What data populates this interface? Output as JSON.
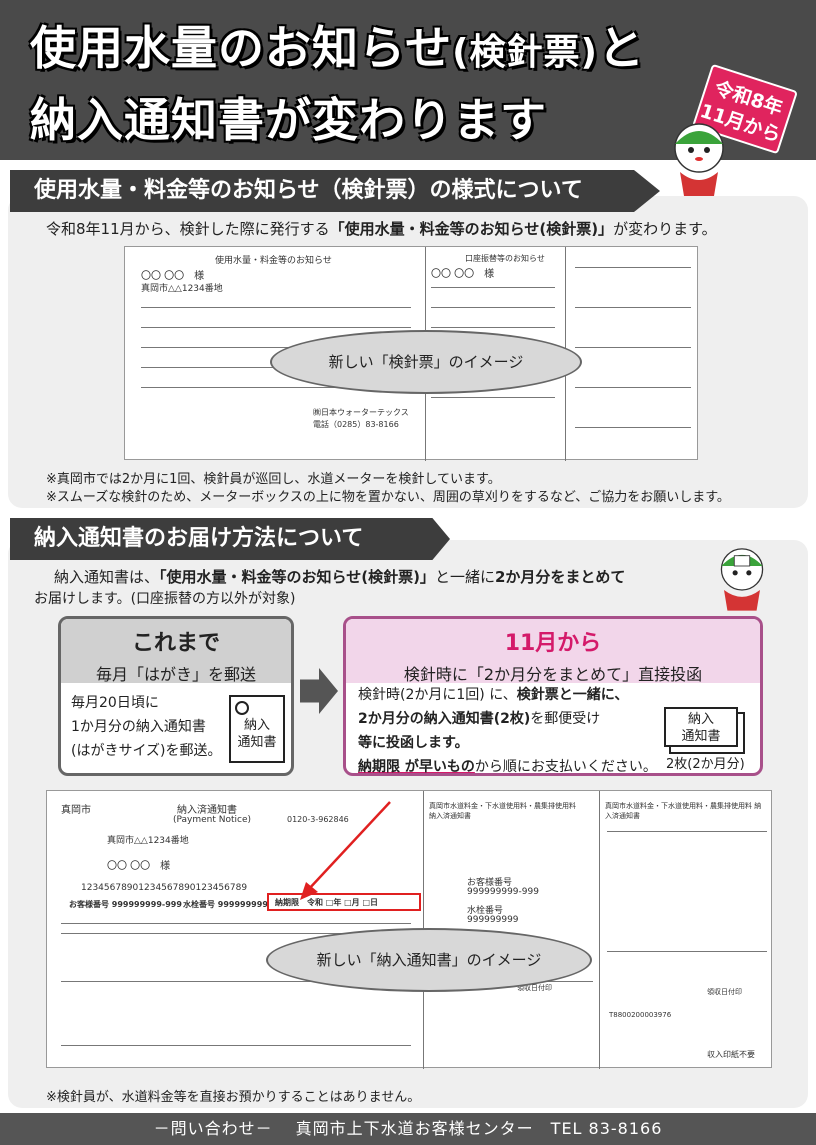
{
  "header": {
    "title_line1_a": "使用水量のお知らせ",
    "title_line1_b": "(検針票)",
    "title_line1_c": "と",
    "title_line2": "納入通知書が変わります",
    "badge_line1": "令和8年",
    "badge_line2": "11月から"
  },
  "section1": {
    "heading": "使用水量・料金等のお知らせ（検針票）の様式について",
    "intro_pre": "令和8年11月から、検針した際に発行する",
    "intro_bold": "「使用水量・料金等のお知らせ(検針票)」",
    "intro_post": "が変わります。",
    "bubble": "新しい「検針票」のイメージ",
    "doc_title": "使用水量・料金等のお知らせ",
    "doc_name": "〇〇 〇〇　様",
    "doc_address": "真岡市△△1234番地",
    "doc_right_title": "口座振替等のお知らせ",
    "doc_right_name": "〇〇 〇〇　様",
    "doc_company": "㈱日本ウォーターテックス",
    "doc_tel": "電話（0285）83-8166",
    "note1": "※真岡市では2か月に1回、検針員が巡回し、水道メーターを検針しています。",
    "note2": "※スムーズな検針のため、メーターボックスの上に物を置かない、周囲の草刈りをするなど、ご協力をお願いします。"
  },
  "section2": {
    "heading": "納入通知書のお届け方法について",
    "intro_pre": "納入通知書は、",
    "intro_bold1": "「使用水量・料金等のお知らせ(検針票)」",
    "intro_mid": "と一緒に",
    "intro_bold2": "2か月分をまとめて",
    "intro_line2": "お届けします。(口座振替の方以外が対象)",
    "before": {
      "title": "これまで",
      "subtitle": "毎月「はがき」を郵送",
      "line1": "毎月20日頃に",
      "line2": "1か月分の納入通知書",
      "line3": "(はがきサイズ)を郵送。",
      "card_line1": "納入",
      "card_line2": "通知書"
    },
    "after": {
      "title": "11月から",
      "subtitle": "検針時に「2か月分をまとめて」直接投函",
      "line1_pre": "検針時(2か月に1回) に、",
      "line1_bold": "検針票と一緒に、",
      "line2_bold": "2か月分の納入通知書(2枚)",
      "line2_post": "を郵便受け",
      "line3": "等に投函します。",
      "line4_bold": "納期限 が早いもの",
      "line4_post": "から順にお支払いください。",
      "card_line1": "納入",
      "card_line2": "通知書",
      "card_caption": "2枚(2か月分)"
    },
    "bubble": "新しい「納入通知書」のイメージ",
    "doc_city": "真岡市",
    "doc_title": "納入済通知書",
    "doc_title_en": "(Payment Notice)",
    "doc_address": "真岡市△△1234番地",
    "doc_name": "〇〇 〇〇　様",
    "doc_number": "1234567890123456789012345678​9",
    "doc_customer_no": "お客様番号 999999999-999",
    "doc_meter_no": "水栓番号 999999999",
    "doc_due": "納期限　令和 □年 □月 □日",
    "doc_phone": "0120-3-962846",
    "doc_mid_title": "真岡市水道料金・下水道使用料・農集排使用料 納入済通知書",
    "doc_right_title": "真岡市水道料金・下水道使用料・農集排使用料 納入済通知書",
    "doc_cust_label": "お客様番号",
    "doc_cust_val": "999999999-999",
    "doc_meter_label": "水栓番号",
    "doc_meter_val": "999999999",
    "doc_receipt": "領収日付印",
    "doc_stamp": "収入印紙不要",
    "doc_reg": "T8800200003976",
    "note": "※検針員が、水道料金等を直接お預かりすることはありません。"
  },
  "footer": {
    "text": "－問い合わせ－　 真岡市上下水道お客様センター　TEL 83-8166"
  }
}
